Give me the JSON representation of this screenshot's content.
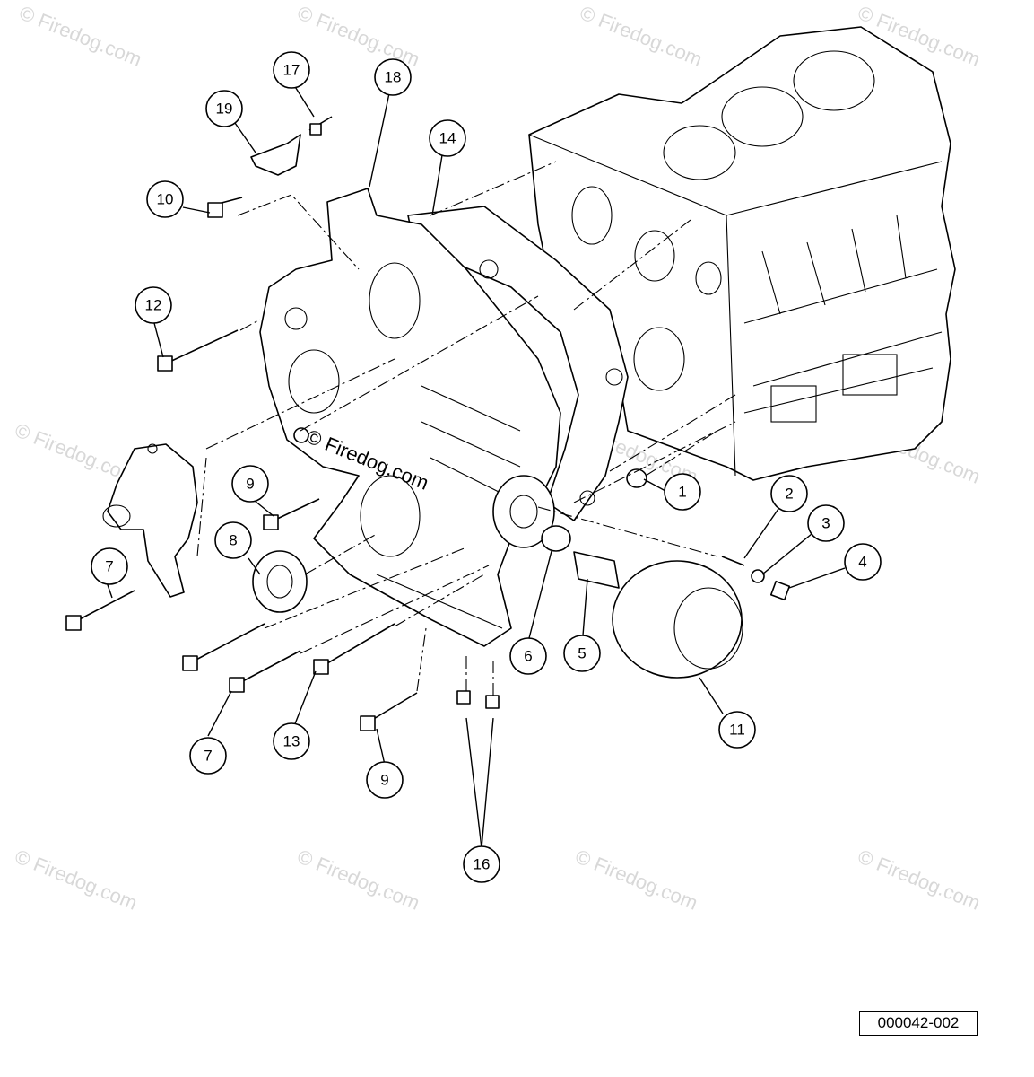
{
  "callouts": [
    {
      "label": "1"
    },
    {
      "label": "2"
    },
    {
      "label": "3"
    },
    {
      "label": "4"
    },
    {
      "label": "5"
    },
    {
      "label": "6"
    },
    {
      "label": "7"
    },
    {
      "label": "7"
    },
    {
      "label": "8"
    },
    {
      "label": "9"
    },
    {
      "label": "9"
    },
    {
      "label": "10"
    },
    {
      "label": "11"
    },
    {
      "label": "12"
    },
    {
      "label": "13"
    },
    {
      "label": "14"
    },
    {
      "label": "16"
    },
    {
      "label": "17"
    },
    {
      "label": "18"
    },
    {
      "label": "19"
    }
  ],
  "watermark": "© Firedog.com",
  "center_watermark": "© Firedog.com",
  "reference_code": "000042-002",
  "colors": {
    "line": "#000000",
    "background": "#ffffff",
    "watermark": "#d8d8d8"
  }
}
